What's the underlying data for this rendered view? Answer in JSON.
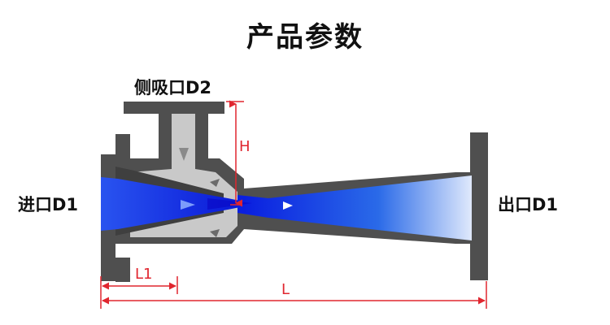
{
  "title": "产品参数",
  "labels": {
    "side_inlet": "侧吸口D2",
    "inlet": "进口D1",
    "outlet": "出口D1"
  },
  "dimensions": {
    "h": "H",
    "l1": "L1",
    "l": "L"
  },
  "colors": {
    "body": "#4f4f4f",
    "suction_fluid": "#c9c9c9",
    "jet_blue": "#1a3fe8",
    "dimension": "#e0262f"
  }
}
